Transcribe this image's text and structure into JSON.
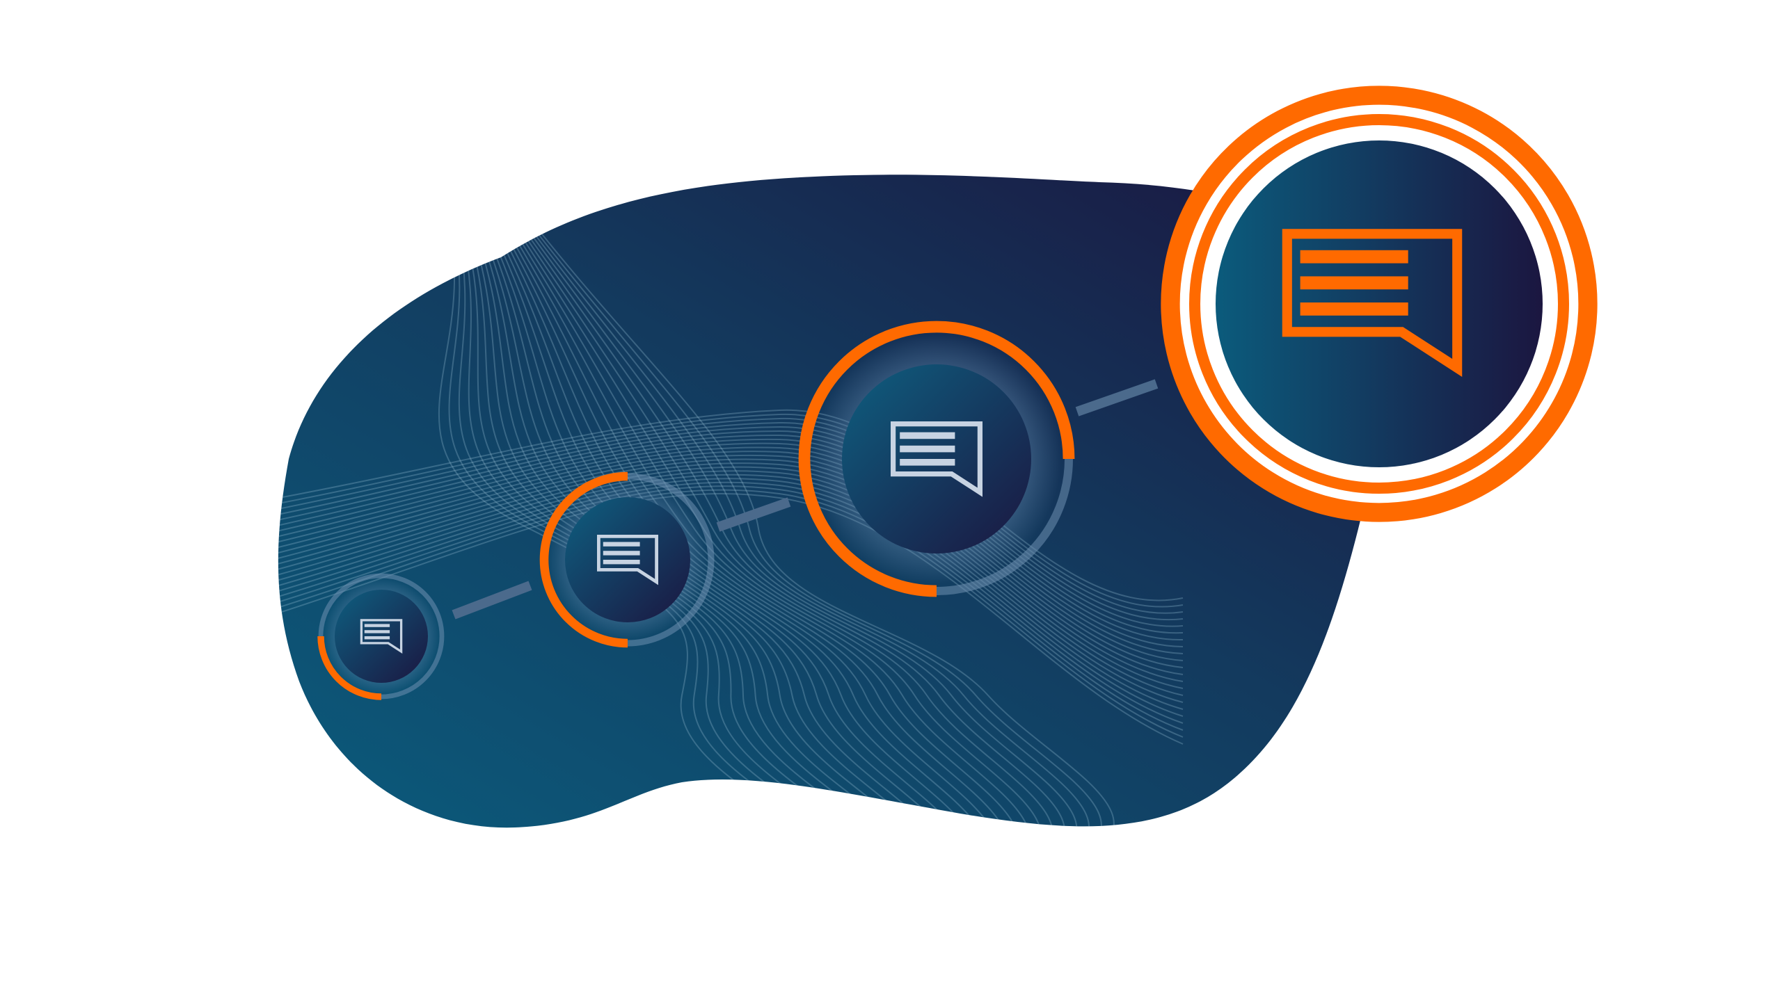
{
  "colors": {
    "background": "#ffffff",
    "blob_light": "#0b5b7c",
    "blob_mid": "#133a5e",
    "blob_dark": "#1b1640",
    "accent": "#ff6a00",
    "icon_light": "#c7d3e2",
    "connector": "#4b6a8c",
    "contour": "#8fb6cc"
  },
  "steps": [
    {
      "id": "step-1",
      "progress": 0.25,
      "icon": "message-icon"
    },
    {
      "id": "step-2",
      "progress": 0.5,
      "icon": "message-icon"
    },
    {
      "id": "step-3",
      "progress": 0.75,
      "icon": "message-icon"
    },
    {
      "id": "step-4",
      "progress": 1.0,
      "icon": "message-icon"
    }
  ]
}
